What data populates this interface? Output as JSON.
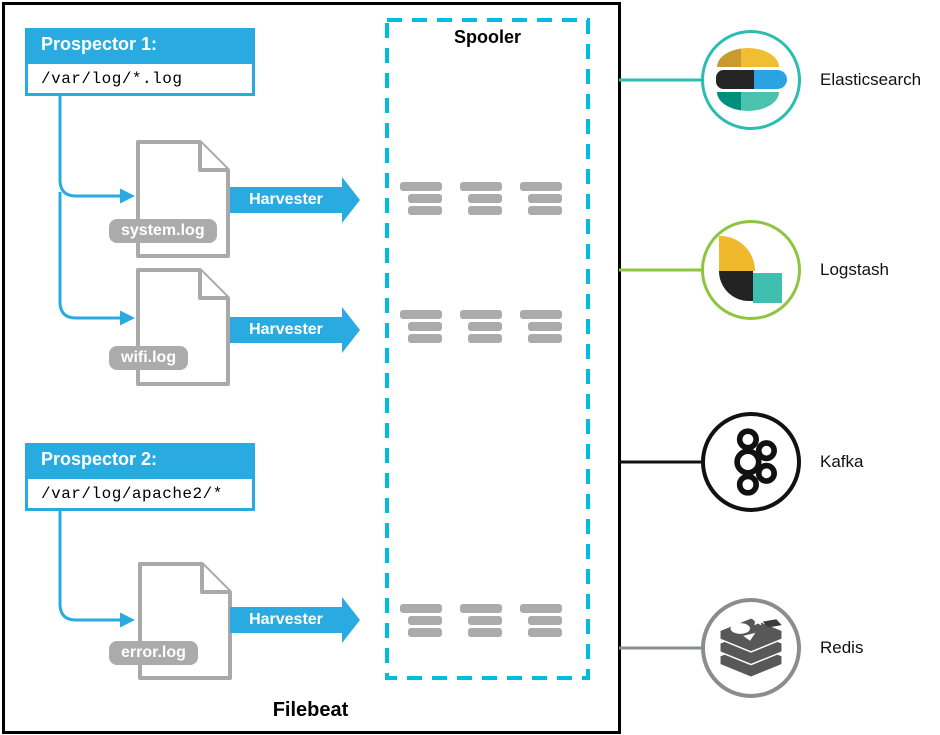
{
  "diagram": {
    "filebeat_label": "Filebeat",
    "spooler_label": "Spooler",
    "prospectors": [
      {
        "title": "Prospector 1:",
        "path": "/var/log/*.log"
      },
      {
        "title": "Prospector 2:",
        "path": "/var/log/apache2/*"
      }
    ],
    "files": [
      {
        "name": "system.log",
        "harvester_label": "Harvester"
      },
      {
        "name": "wifi.log",
        "harvester_label": "Harvester"
      },
      {
        "name": "error.log",
        "harvester_label": "Harvester"
      }
    ],
    "outputs": [
      {
        "label": "Elasticsearch",
        "icon": "elasticsearch-icon",
        "accent_color": "#2BBCB2"
      },
      {
        "label": "Logstash",
        "icon": "logstash-icon",
        "accent_color": "#8CC63E"
      },
      {
        "label": "Kafka",
        "icon": "kafka-icon",
        "accent_color": "#111111"
      },
      {
        "label": "Redis",
        "icon": "redis-icon",
        "accent_color": "#8A8C8E"
      }
    ],
    "colors": {
      "flow_blue": "#29ABE2",
      "spooler_dash": "#00BDE0",
      "event_bar_gray": "#ABABAB",
      "document_gray": "#A9A9A9"
    }
  }
}
